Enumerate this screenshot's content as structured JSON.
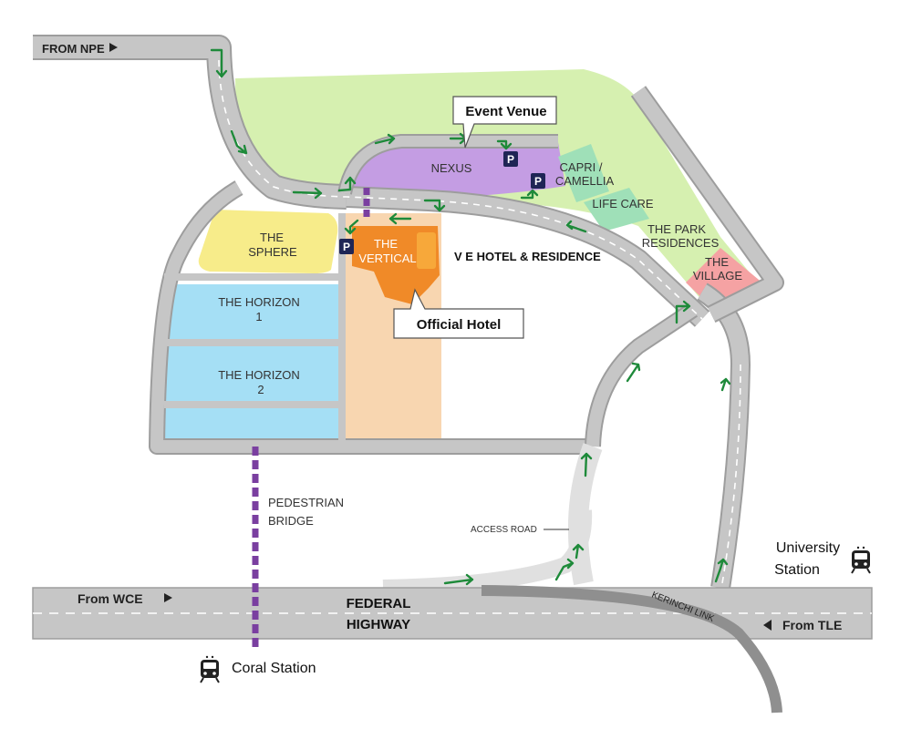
{
  "entrances": {
    "from_npe": "FROM NPE",
    "from_wce": "From WCE",
    "from_tle": "From TLE"
  },
  "roads": {
    "federal_highway_line1": "FEDERAL",
    "federal_highway_line2": "HIGHWAY",
    "access_road": "ACCESS ROAD",
    "kerinchi_link": "KERINCHI LINK",
    "pedestrian_bridge_line1": "PEDESTRIAN",
    "pedestrian_bridge_line2": "BRIDGE"
  },
  "buildings": {
    "nexus": "NEXUS",
    "capri_line1": "CAPRI /",
    "capri_line2": "CAMELLIA",
    "life_care": "LIFE CARE",
    "park_residences_line1": "THE PARK",
    "park_residences_line2": "RESIDENCES",
    "village_line1": "THE",
    "village_line2": "VILLAGE",
    "sphere_line1": "THE",
    "sphere_line2": "SPHERE",
    "horizon1_line1": "THE HORIZON",
    "horizon1_line2": "1",
    "horizon2_line1": "THE HORIZON",
    "horizon2_line2": "2",
    "vertical_line1": "THE",
    "vertical_line2": "VERTICAL",
    "ve_hotel": "V E HOTEL & RESIDENCE"
  },
  "callouts": {
    "event_venue": "Event Venue",
    "official_hotel": "Official Hotel"
  },
  "parking_label": "P",
  "stations": {
    "coral": "Coral Station",
    "university_line1": "University",
    "university_line2": "Station"
  },
  "icons": {
    "parking": "parking-icon",
    "train": "train-icon",
    "route_arrow": "route-arrow-icon"
  },
  "colors": {
    "road": "#c6c6c6",
    "green_area": "#d6f0b0",
    "nexus": "#c49de3",
    "capri": "#9fe0b8",
    "village": "#f5a2a3",
    "sphere": "#f7ec8a",
    "horizon": "#a5dff5",
    "vertical_plot": "#f8d6b0",
    "vertical": "#f08a28",
    "ve_hotel": "#f7a83a",
    "route_arrow": "#1e8a3a",
    "pedestrian_bridge": "#7a3fa0",
    "parking": "#1f2555"
  }
}
